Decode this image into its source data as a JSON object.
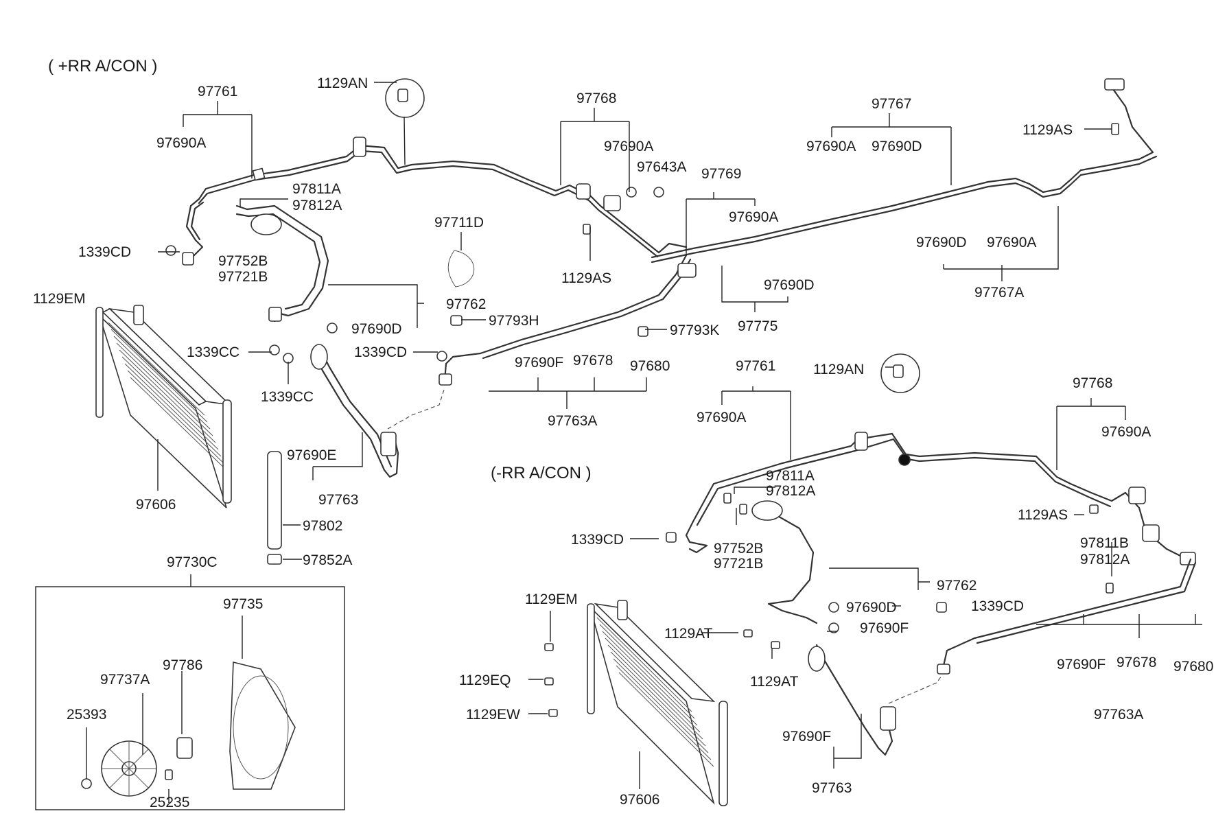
{
  "headers": [
    {
      "text": "( +RR A/CON )"
    },
    {
      "text": "(-RR A/CON )"
    }
  ],
  "labels": [
    "97761",
    "97690A",
    "1129AN",
    "97768",
    "97690A",
    "97643A",
    "97767",
    "97690A",
    "97690D",
    "1129AS",
    "97769",
    "97690A",
    "97811A",
    "97812A",
    "1339CD",
    "97752B",
    "97721B",
    "97711D",
    "1129AS",
    "97690D",
    "97690A",
    "97767A",
    "1129EM",
    "97762",
    "97690D",
    "97793H",
    "97690D",
    "97775",
    "97793K",
    "1339CC",
    "1339CD",
    "1339CC",
    "97690F",
    "97678",
    "97680",
    "97763A",
    "97761",
    "1129AN",
    "97690A",
    "97768",
    "97690A",
    "97690E",
    "97763",
    "(-RR A/CON )",
    "97811A",
    "97812A",
    "97606",
    "97802",
    "1339CD",
    "97852A",
    "1129AS",
    "97752B",
    "97721B",
    "97811B",
    "97812A",
    "97730C",
    "97735",
    "97762",
    "97690D",
    "1339CD",
    "1129EM",
    "1129AT",
    "97690F",
    "97786",
    "97737A",
    "1129AT",
    "97690F",
    "97678",
    "97680",
    "1129EQ",
    "25393",
    "1129EW",
    "97763A",
    "97690F",
    "25235",
    "97606",
    "97763"
  ]
}
